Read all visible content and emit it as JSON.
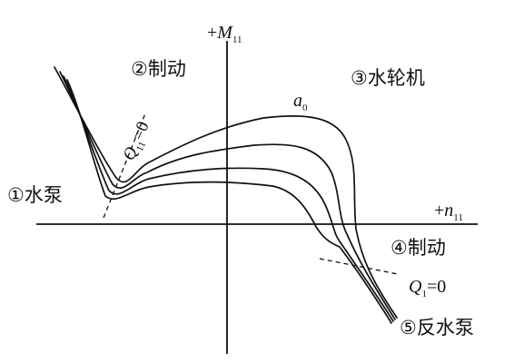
{
  "axes": {
    "y_label": {
      "sign": "+",
      "var": "M",
      "sub": "11"
    },
    "x_label": {
      "sign": "+",
      "var": "n",
      "sub": "11"
    }
  },
  "zones": [
    {
      "id": "zone1",
      "num": "①",
      "text": "水泵"
    },
    {
      "id": "zone2",
      "num": "②",
      "text": "制动"
    },
    {
      "id": "zone3",
      "num": "③",
      "text": "水轮机"
    },
    {
      "id": "zone4",
      "num": "④",
      "text": "制动"
    },
    {
      "id": "zone5",
      "num": "⑤",
      "text": "反水泵"
    }
  ],
  "curve_label": {
    "var": "a",
    "sub": "0"
  },
  "boundary_q11": {
    "var": "Q",
    "sub": "11",
    "eq": "=0"
  },
  "boundary_q1": {
    "var": "Q",
    "sub": "1",
    "eq": "=0"
  },
  "colors": {
    "ink": "#111111",
    "background": "#ffffff"
  }
}
